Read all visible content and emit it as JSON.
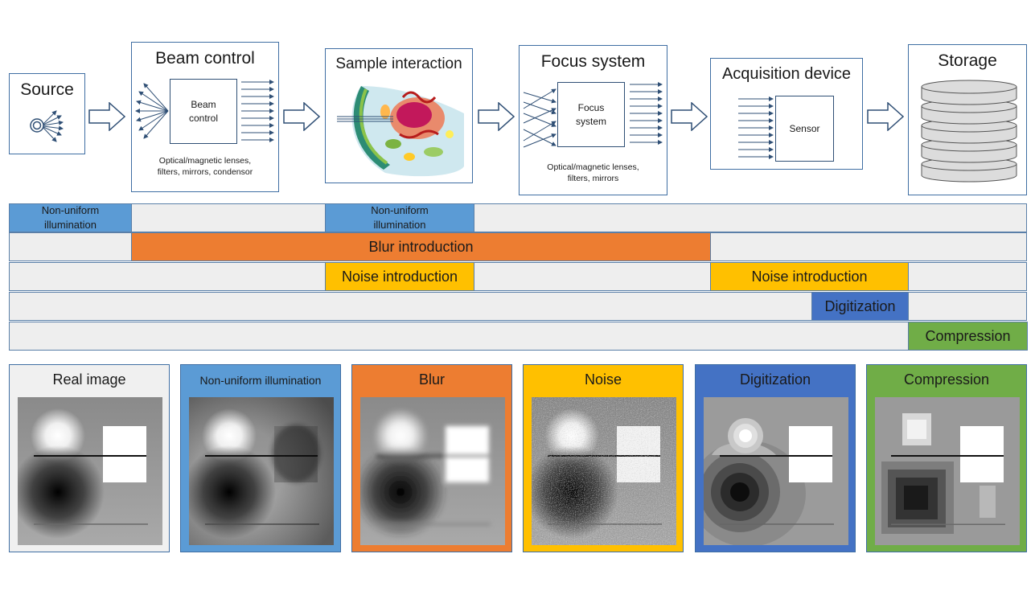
{
  "stages": {
    "source": {
      "title": "Source"
    },
    "beam": {
      "title": "Beam control",
      "box": [
        "Beam",
        "control"
      ],
      "caption": [
        "Optical/magnetic lenses,",
        "filters, mirrors, condensor"
      ]
    },
    "sample": {
      "title": "Sample interaction"
    },
    "focus": {
      "title": "Focus system",
      "box": [
        "Focus",
        "system"
      ],
      "caption": [
        "Optical/magnetic lenses,",
        "filters, mirrors"
      ]
    },
    "acquisition": {
      "title": "Acquisition device",
      "box": "Sensor"
    },
    "storage": {
      "title": "Storage"
    }
  },
  "effects": {
    "nonuniform_a": [
      "Non-uniform",
      "illumination"
    ],
    "nonuniform_b": [
      "Non-uniform",
      "illumination"
    ],
    "blur": "Blur introduction",
    "noise_a": "Noise introduction",
    "noise_b": "Noise introduction",
    "digitization": "Digitization",
    "compression": "Compression"
  },
  "panels": [
    {
      "key": "real",
      "title": "Real image"
    },
    {
      "key": "nonuniform",
      "title": "Non-uniform illumination"
    },
    {
      "key": "blur",
      "title": "Blur"
    },
    {
      "key": "noise",
      "title": "Noise"
    },
    {
      "key": "digitization",
      "title": "Digitization"
    },
    {
      "key": "compression",
      "title": "Compression"
    }
  ],
  "colors": {
    "blue": "#5b9bd5",
    "orange": "#ed7d31",
    "yellow": "#ffc000",
    "darkblue": "#4472c4",
    "green": "#70ad47",
    "row_bg": "#eeeeee",
    "panel_real": "#f0f0f0"
  }
}
